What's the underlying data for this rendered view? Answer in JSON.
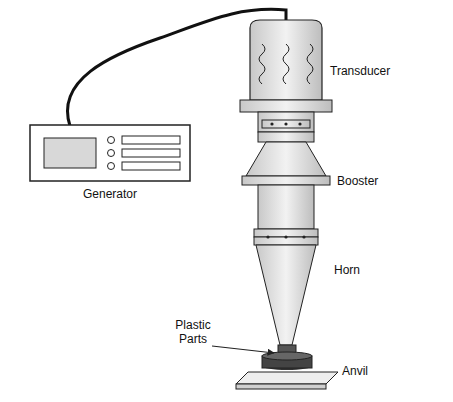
{
  "diagram": {
    "labels": [
      "Transducer",
      "Booster",
      "Horn",
      "Plastic Parts",
      "Generator",
      "Anvil"
    ]
  }
}
